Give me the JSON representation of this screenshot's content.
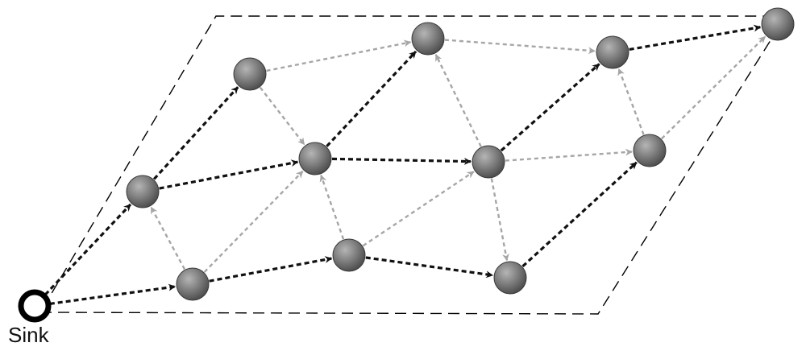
{
  "diagram": {
    "sink_label": "Sink",
    "colors": {
      "primary_edge": "#111111",
      "secondary_edge": "#a6a6a6",
      "boundary": "#000000",
      "node_light": "#b5b5b5",
      "node_dark": "#4a4a4a",
      "sink_ring": "#000000"
    },
    "nodes": [
      {
        "id": "sink",
        "kind": "sink"
      },
      {
        "id": "n1",
        "kind": "sensor"
      },
      {
        "id": "n2",
        "kind": "sensor"
      },
      {
        "id": "n3",
        "kind": "sensor"
      },
      {
        "id": "n4",
        "kind": "sensor"
      },
      {
        "id": "n5",
        "kind": "sensor"
      },
      {
        "id": "n6",
        "kind": "sensor"
      },
      {
        "id": "n7",
        "kind": "sensor"
      },
      {
        "id": "n8",
        "kind": "sensor"
      },
      {
        "id": "n9",
        "kind": "sensor"
      },
      {
        "id": "n10",
        "kind": "sensor"
      },
      {
        "id": "n11",
        "kind": "sensor"
      },
      {
        "id": "n12",
        "kind": "sensor"
      }
    ],
    "edges": [
      {
        "from": "sink",
        "to": "n1",
        "style": "primary"
      },
      {
        "from": "sink",
        "to": "n2",
        "style": "primary"
      },
      {
        "from": "n1",
        "to": "n3",
        "style": "primary"
      },
      {
        "from": "n1",
        "to": "n4",
        "style": "primary"
      },
      {
        "from": "n2",
        "to": "n5",
        "style": "primary"
      },
      {
        "from": "n4",
        "to": "n6",
        "style": "primary"
      },
      {
        "from": "n4",
        "to": "n7",
        "style": "primary"
      },
      {
        "from": "n5",
        "to": "n8",
        "style": "primary"
      },
      {
        "from": "n7",
        "to": "n9",
        "style": "primary"
      },
      {
        "from": "n8",
        "to": "n10",
        "style": "primary"
      },
      {
        "from": "n9",
        "to": "n11",
        "style": "primary"
      },
      {
        "from": "n2",
        "to": "n1",
        "style": "secondary"
      },
      {
        "from": "n2",
        "to": "n4",
        "style": "secondary"
      },
      {
        "from": "n3",
        "to": "n6",
        "style": "secondary"
      },
      {
        "from": "n3",
        "to": "n4",
        "style": "secondary"
      },
      {
        "from": "n5",
        "to": "n4",
        "style": "secondary"
      },
      {
        "from": "n5",
        "to": "n7",
        "style": "secondary"
      },
      {
        "from": "n6",
        "to": "n9",
        "style": "secondary"
      },
      {
        "from": "n7",
        "to": "n6",
        "style": "secondary"
      },
      {
        "from": "n7",
        "to": "n8",
        "style": "secondary"
      },
      {
        "from": "n7",
        "to": "n10",
        "style": "secondary"
      },
      {
        "from": "n10",
        "to": "n9",
        "style": "secondary"
      },
      {
        "from": "n10",
        "to": "n11",
        "style": "secondary"
      }
    ]
  }
}
